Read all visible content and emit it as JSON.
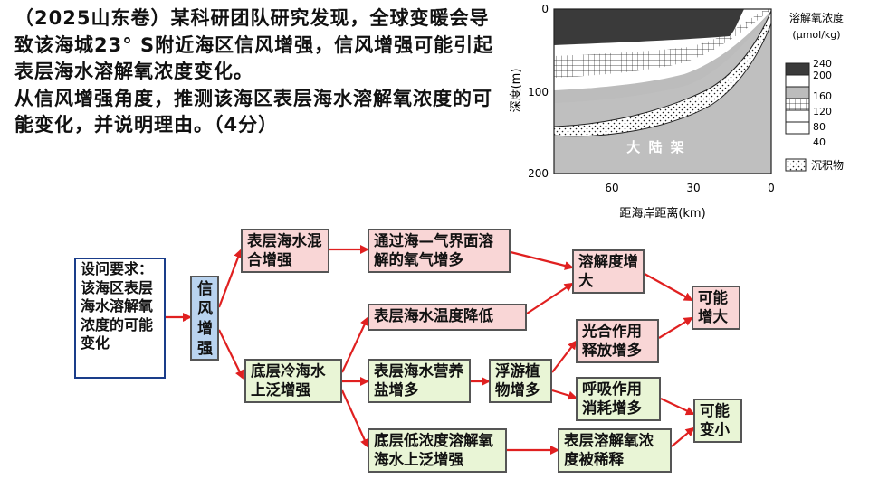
{
  "question": {
    "line1": "（2025山东卷）某科研团队研究发现，全球变暖会导致该海城23° S附近海区信风增强，信风增强可能引起表层海水溶解氧浓度变化。",
    "line2": "从信风增强角度，推测该海区表层海水溶解氧浓度的可能变化，并说明理由。（4分）"
  },
  "figure": {
    "y_axis_label": "深度(m)",
    "x_axis_label": "距海岸距离(km)",
    "y_ticks": [
      "0",
      "100",
      "200"
    ],
    "x_ticks": [
      "60",
      "30",
      "0"
    ],
    "shelf_label": "大 陆 架",
    "legend_title": "溶解氧浓度",
    "legend_unit": "(μmol/kg)",
    "legend_values": [
      "240",
      "200",
      "160",
      "120",
      "80",
      "40"
    ],
    "legend_sediment": "沉积物",
    "colors": {
      "band_240": "#3a3a3a",
      "band_200": "#ffffff",
      "band_160": "#bcbcbc",
      "band_120": "#ffffff",
      "band_80": "#ffffff",
      "shelf_bg": "#bfbfbf"
    }
  },
  "flow": {
    "requirement": "设问要求：该海区表层海水溶解氧浓度的可能变化",
    "trigger": "信风增强",
    "mix": "表层海水混合增强",
    "upwelling": "底层冷海水上泛增强",
    "gas_exchange": "通过海—气界面溶解的氧气增多",
    "temp_drop": "表层海水温度降低",
    "nutrient": "表层海水营养盐增多",
    "low_oxygen": "底层低浓度溶解氧海水上泛增强",
    "solubility": "溶解度增大",
    "plankton": "浮游植物增多",
    "photosynthesis": "光合作用释放增多",
    "respiration": "呼吸作用消耗增多",
    "diluted": "表层溶解氧浓度被稀释",
    "increase": "可能增大",
    "decrease": "可能变小"
  }
}
